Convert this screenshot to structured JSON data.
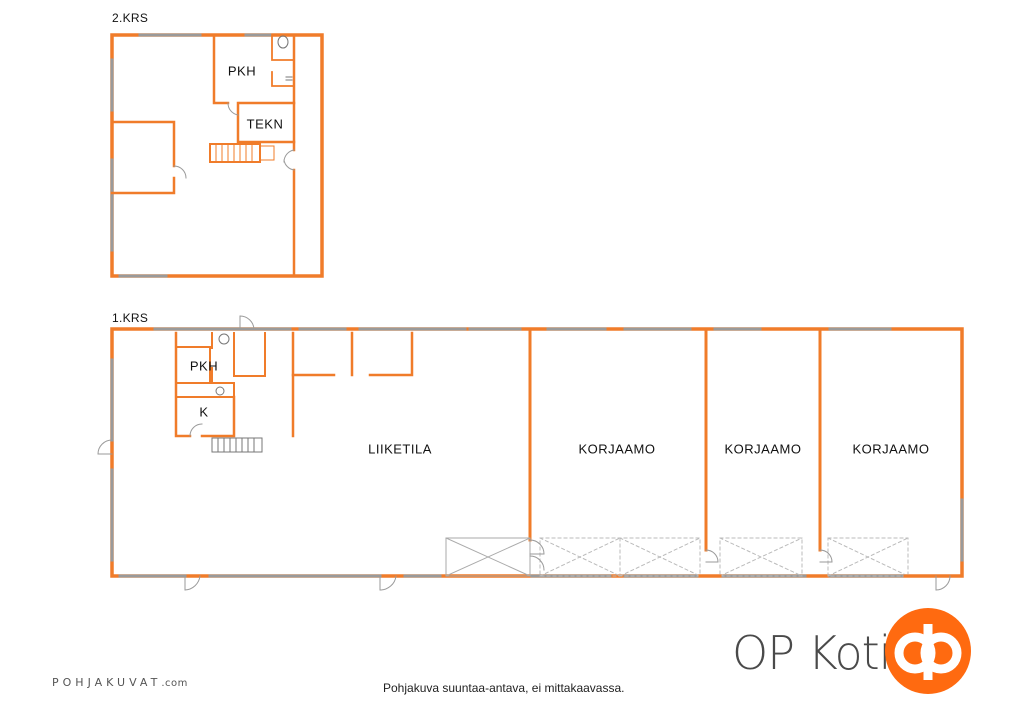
{
  "floors": {
    "upper": {
      "label": "2.KRS",
      "rooms": {
        "pkh": "PKH",
        "tekn": "TEKN"
      }
    },
    "lower": {
      "label": "1.KRS",
      "rooms": {
        "pkh": "PKH",
        "k": "K",
        "liiketila": "LIIKETILA",
        "korjaamo_1": "KORJAAMO",
        "korjaamo_2": "KORJAAMO",
        "korjaamo_3": "KORJAAMO"
      }
    }
  },
  "branding": {
    "name": "OP Koti",
    "color": "#ff6a10"
  },
  "credit": {
    "text": "POHJAKUVAT",
    "domain": ".com"
  },
  "caption": "Pohjakuva suuntaa-antava, ei mittakaavassa.",
  "colors": {
    "wall": "#f07c2a",
    "window": "#9a9a9a",
    "stair": "#f07c2a"
  }
}
